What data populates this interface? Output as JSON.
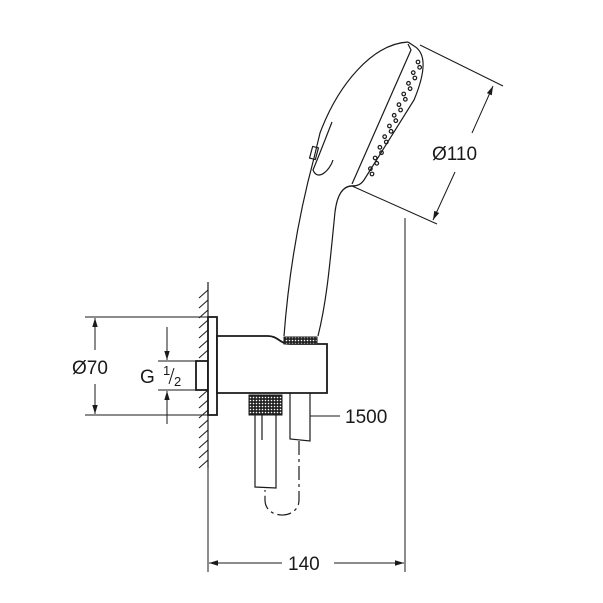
{
  "drawing": {
    "head_diameter": "Ø110",
    "plate_diameter": "Ø70",
    "thread": {
      "letter": "G",
      "numerator": "1",
      "denominator": "2"
    },
    "hose_length": "1500",
    "projection": "140"
  },
  "colors": {
    "line": "#1a1a1a",
    "background": "#ffffff"
  }
}
